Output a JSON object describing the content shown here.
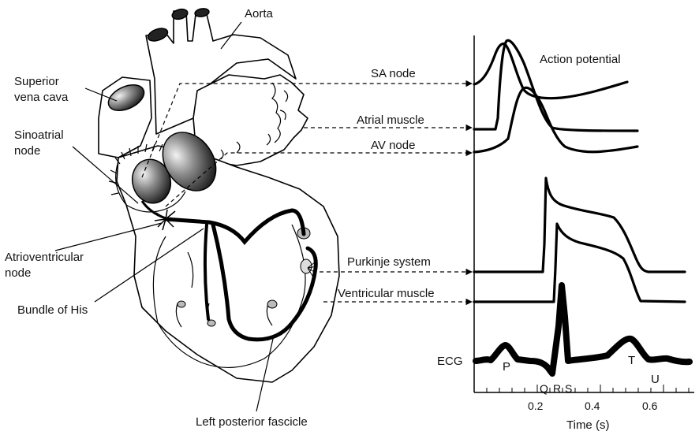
{
  "labels": {
    "aorta": "Aorta",
    "svc_line1": "Superior",
    "svc_line2": "vena cava",
    "sinoatrial_line1": "Sinoatrial",
    "sinoatrial_line2": "node",
    "av_line1": "Atrioventricular",
    "av_line2": "node",
    "bundle_his": "Bundle of His",
    "left_posterior_fascicle": "Left posterior fascicle"
  },
  "traces": {
    "sa_node": "SA node",
    "atrial_muscle": "Atrial muscle",
    "av_node": "AV node",
    "purkinje": "Purkinje system",
    "ventricular": "Ventricular muscle",
    "action_potential": "Action potential",
    "ecg": "ECG"
  },
  "ecg_waves": {
    "p": "P",
    "q": "Q",
    "r": "R",
    "s": "S",
    "t": "T",
    "u": "U"
  },
  "time_axis": {
    "label": "Time (s)",
    "ticks": [
      "0.2",
      "0.4",
      "0.6"
    ]
  },
  "colors": {
    "ink": "#000000",
    "paper": "#ffffff",
    "node_shade": "#4a4a4a"
  }
}
